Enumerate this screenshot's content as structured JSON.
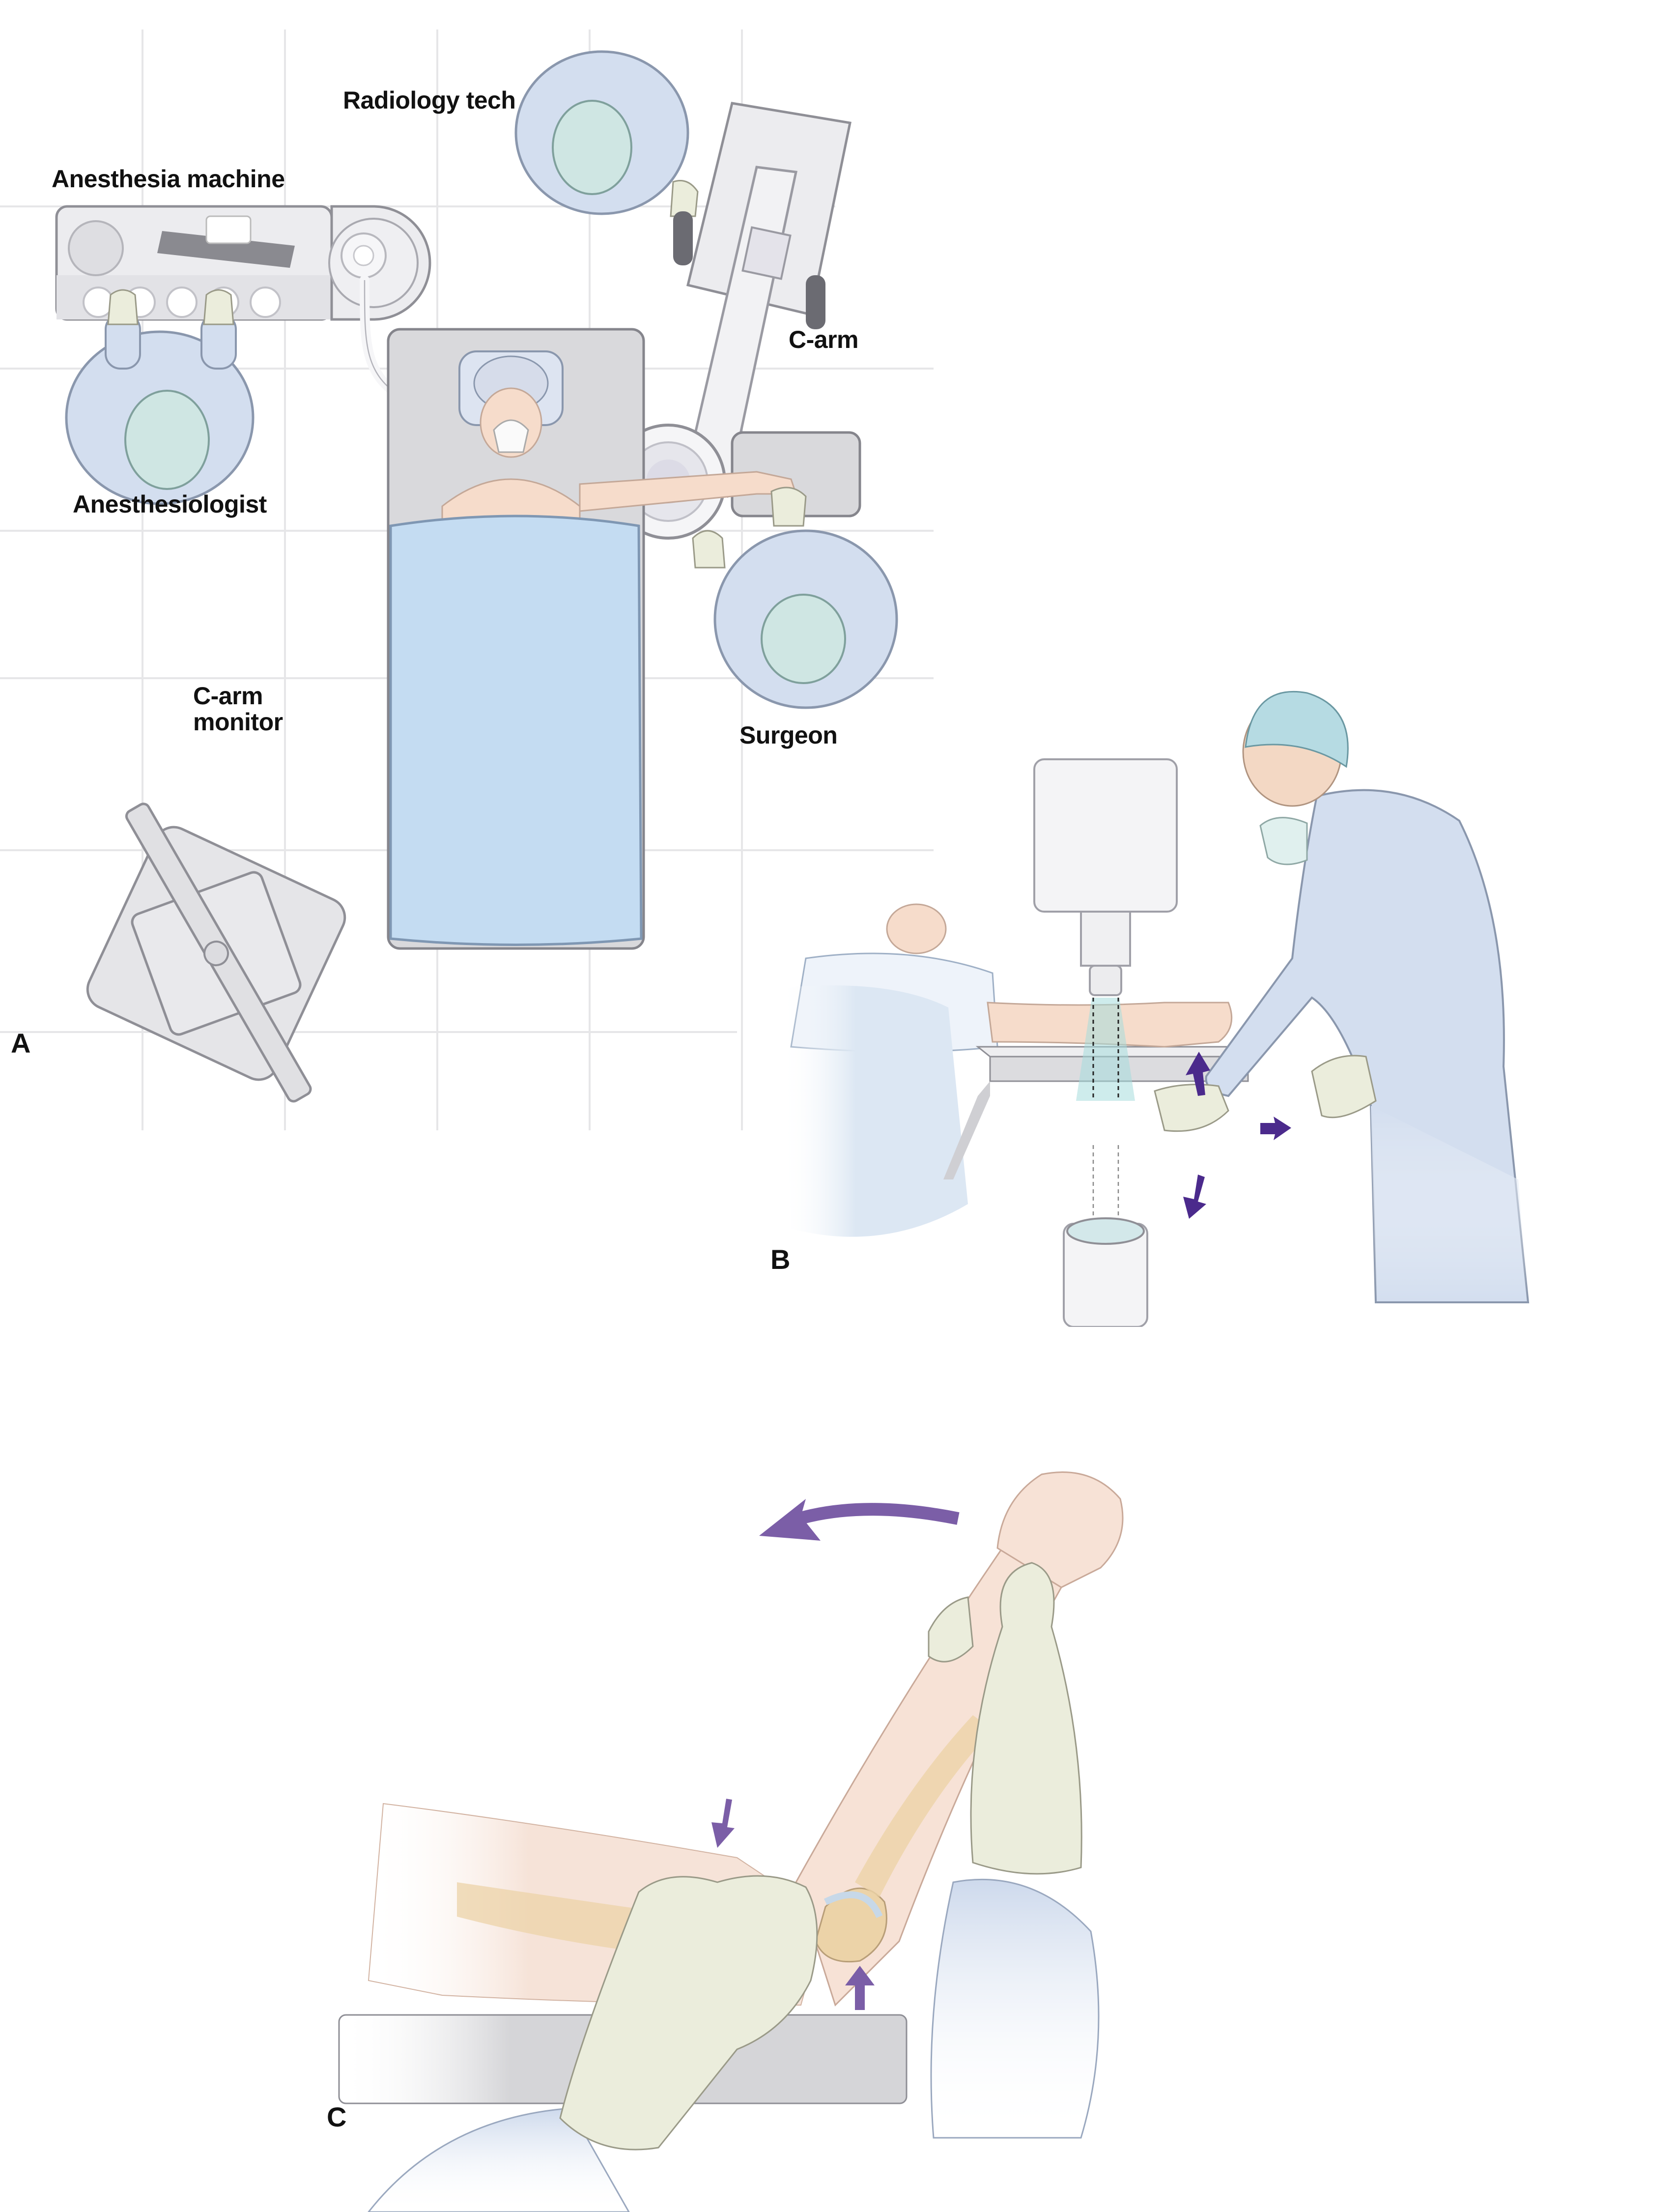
{
  "figure": {
    "panels": [
      {
        "id": "A",
        "letter": "A",
        "view": "top-down operating room layout",
        "labels": {
          "anesthesia_machine": "Anesthesia machine",
          "anesthesiologist": "Anesthesiologist",
          "radiology_tech": "Radiology tech",
          "c_arm": "C-arm",
          "c_arm_monitor_line1": "C-arm",
          "c_arm_monitor_line2": "monitor",
          "surgeon": "Surgeon"
        }
      },
      {
        "id": "B",
        "letter": "B",
        "view": "side view: surgeon positioning arm under C-arm beam",
        "arrows": [
          "up",
          "right",
          "down-left"
        ],
        "arrow_color": "#4b2a8c"
      },
      {
        "id": "C",
        "letter": "C",
        "view": "reduction maneuver with counter-pressure at elbow",
        "arrows": [
          "curved-left",
          "down",
          "up"
        ],
        "arrow_color": "#7b5ea7"
      }
    ],
    "colors": {
      "gown": "#d3deef",
      "gown_stroke": "#8a97ad",
      "cap": "#cfe6e3",
      "glove": "#ebeddc",
      "skin": "#f6dccb",
      "drape": "#c4dcf2",
      "table": "#d9d9dc",
      "equipment": "#ececef",
      "floor_grid": "#e6e6e8",
      "bone": "#ecd3a8",
      "beam": "#a6dcdc"
    }
  }
}
